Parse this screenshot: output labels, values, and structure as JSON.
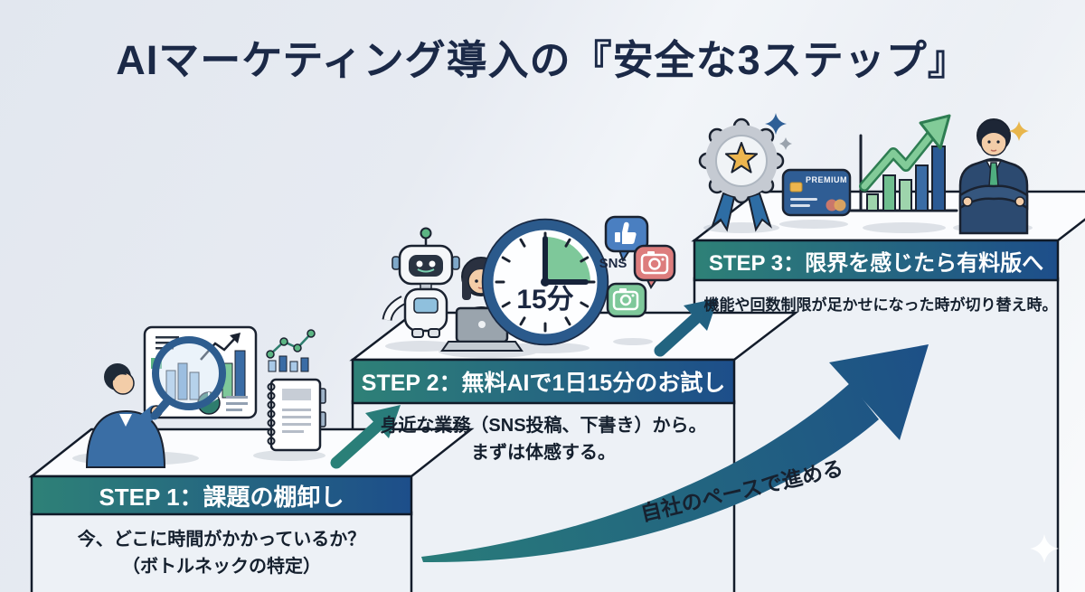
{
  "title": "AIマーケティング導入の『安全な3ステップ』",
  "steps": [
    {
      "label": "STEP 1：課題の棚卸し",
      "description": "今、どこに時間がかかっているか？\n（ボトルネックの特定）"
    },
    {
      "label": "STEP 2：無料AIで1日15分のお試し",
      "description": "身近な業務（SNS投稿、下書き）から。\nまずは体感する。"
    },
    {
      "label": "STEP 3：限界を感じたら有料版へ",
      "description": "機能や回数制限が足かせになった時が切り替え時。"
    }
  ],
  "growth_arrow_label": "自社のペースで進める",
  "labels": {
    "clock": "15分",
    "sns": "SNS",
    "card": "PREMIUM"
  },
  "colors": {
    "accent_teal": "#2e8177",
    "accent_navy": "#1d4e8a",
    "title_navy": "#1b2947",
    "green": "#7ec89a",
    "bar_blue": "#2b5a94"
  }
}
